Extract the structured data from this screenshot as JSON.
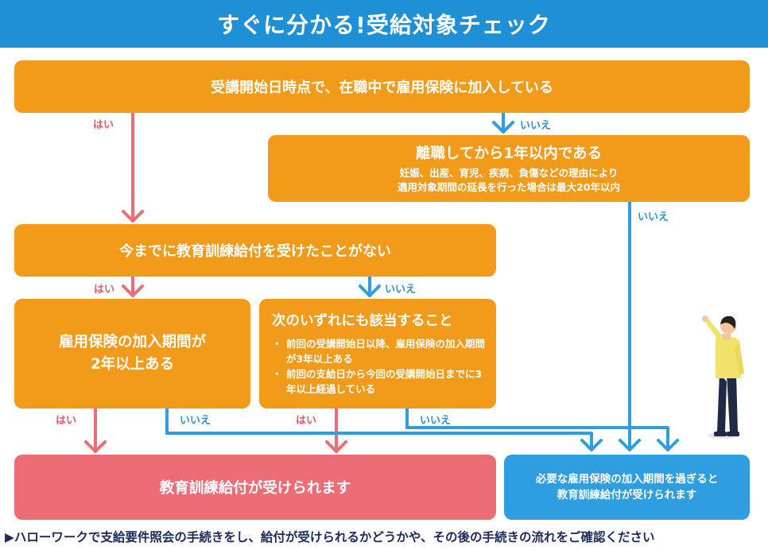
{
  "title": "すぐに分かる!受給対象チェック",
  "q1": "受講開始日時点で、在職中で雇用保険に加入している",
  "q2": {
    "title": "離職してから1年以内である",
    "note1": "妊娠、出産、育児、疾病、負傷などの理由により",
    "note2": "適用対象期間の延長を行った場合は最大20年以内"
  },
  "q3": "今までに教育訓練給付を受けたことがない",
  "q4": {
    "line1": "雇用保険の加入期間が",
    "line2": "2年以上ある"
  },
  "q5": {
    "title": "次のいずれにも該当すること",
    "items": [
      "前回の受講開始日以降、雇用保険の加入期間が3年以上ある",
      "前回の支給日から今回の受講開始日までに3年以上経過している"
    ]
  },
  "result_yes": "教育訓練給付が受けられます",
  "result_cond": {
    "line1": "必要な雇用保険の加入期間を過ぎると",
    "line2": "教育訓練給付が受けられます"
  },
  "labels": {
    "yes": "はい",
    "no": "いいえ"
  },
  "footer": "▶ハローワークで支給要件照会の手続きをし、給付が受けられるかどうかや、その後の手続きの流れをご確認ください",
  "colors": {
    "header": "#1f8fd6",
    "orange": "#f29a1a",
    "red": "#ec6d76",
    "blue": "#2f9ee0"
  }
}
